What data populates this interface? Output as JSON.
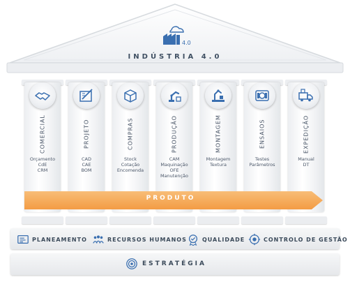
{
  "header": {
    "title": "INDÚSTRIA 4.0",
    "icon": "factory-cloud-icon"
  },
  "columns": [
    {
      "title": "COMERCIAL",
      "items": [
        "Orçamento",
        "CdE",
        "CRM"
      ],
      "icon": "handshake-icon"
    },
    {
      "title": "PROJETO",
      "items": [
        "CAD",
        "CAE",
        "BOM"
      ],
      "icon": "drafting-icon"
    },
    {
      "title": "COMPRAS",
      "items": [
        "Stock",
        "Cotação",
        "Encomenda"
      ],
      "icon": "box-icon"
    },
    {
      "title": "PRODUÇÃO",
      "items": [
        "CAM",
        "Maquinação",
        "OFE",
        "Manutenção"
      ],
      "icon": "robot-arm-icon"
    },
    {
      "title": "MONTAGEM",
      "items": [
        "Montagem",
        "Textura"
      ],
      "icon": "assembly-robot-icon"
    },
    {
      "title": "ENSAIOS",
      "items": [
        "Testes",
        "Parâmetros"
      ],
      "icon": "test-machine-icon"
    },
    {
      "title": "EXPEDIÇÃO",
      "items": [
        "Manual",
        "DT"
      ],
      "icon": "delivery-truck-icon"
    }
  ],
  "flow": {
    "label": "PRODUTO"
  },
  "foundation": [
    {
      "label": "PLANEAMENTO",
      "icon": "planning-icon"
    },
    {
      "label": "RECURSOS HUMANOS",
      "icon": "people-icon"
    },
    {
      "label": "QUALIDADE",
      "icon": "quality-badge-icon"
    },
    {
      "label": "CONTROLO DE GESTÃO",
      "icon": "management-control-icon"
    }
  ],
  "base": {
    "label": "ESTRATÉGIA",
    "icon": "target-icon"
  },
  "colors": {
    "accent": "#f5a955",
    "text": "#3b4a5a",
    "icon": "#3a6fb0"
  }
}
